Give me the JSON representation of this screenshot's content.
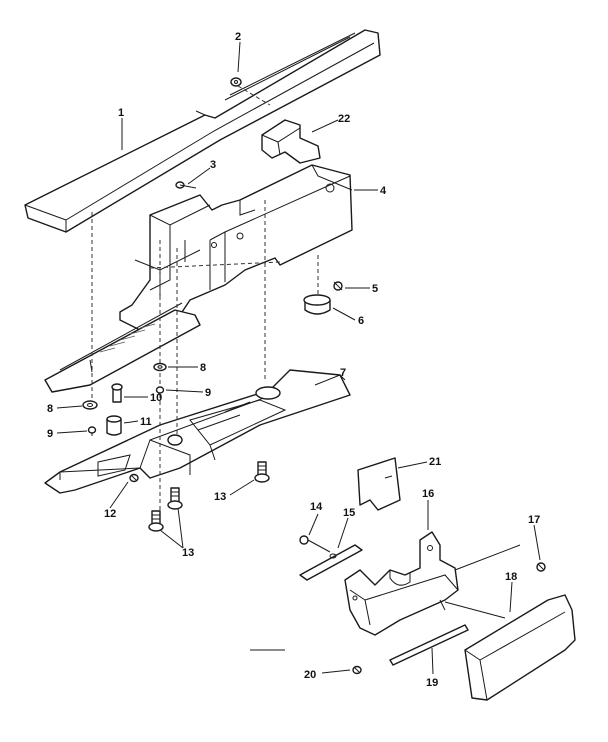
{
  "diagram": {
    "callouts": [
      {
        "id": "c1",
        "text": "1",
        "part": "guide-bar"
      },
      {
        "id": "c2",
        "text": "2",
        "part": "screw"
      },
      {
        "id": "c3",
        "text": "3",
        "part": "screw"
      },
      {
        "id": "c4",
        "text": "4",
        "part": "bracket"
      },
      {
        "id": "c5",
        "text": "5",
        "part": "screw"
      },
      {
        "id": "c6",
        "text": "6",
        "part": "foot"
      },
      {
        "id": "c7",
        "text": "7",
        "part": "base-plate"
      },
      {
        "id": "c8a",
        "text": "8",
        "part": "washer"
      },
      {
        "id": "c8b",
        "text": "8",
        "part": "washer"
      },
      {
        "id": "c9a",
        "text": "9",
        "part": "screw"
      },
      {
        "id": "c9b",
        "text": "9",
        "part": "screw"
      },
      {
        "id": "c10",
        "text": "10",
        "part": "screw"
      },
      {
        "id": "c11",
        "text": "11",
        "part": "spacer"
      },
      {
        "id": "c12",
        "text": "12",
        "part": "screw"
      },
      {
        "id": "c13a",
        "text": "13",
        "part": "screw"
      },
      {
        "id": "c13b",
        "text": "13",
        "part": "screw"
      },
      {
        "id": "c14",
        "text": "14",
        "part": "screw"
      },
      {
        "id": "c15",
        "text": "15",
        "part": "strip"
      },
      {
        "id": "c16",
        "text": "16",
        "part": "housing"
      },
      {
        "id": "c17",
        "text": "17",
        "part": "screw"
      },
      {
        "id": "c18",
        "text": "18",
        "part": "cover"
      },
      {
        "id": "c19",
        "text": "19",
        "part": "rod"
      },
      {
        "id": "c20",
        "text": "20",
        "part": "screw"
      },
      {
        "id": "c21",
        "text": "21",
        "part": "plate"
      },
      {
        "id": "c22",
        "text": "22",
        "part": "clip"
      }
    ]
  }
}
